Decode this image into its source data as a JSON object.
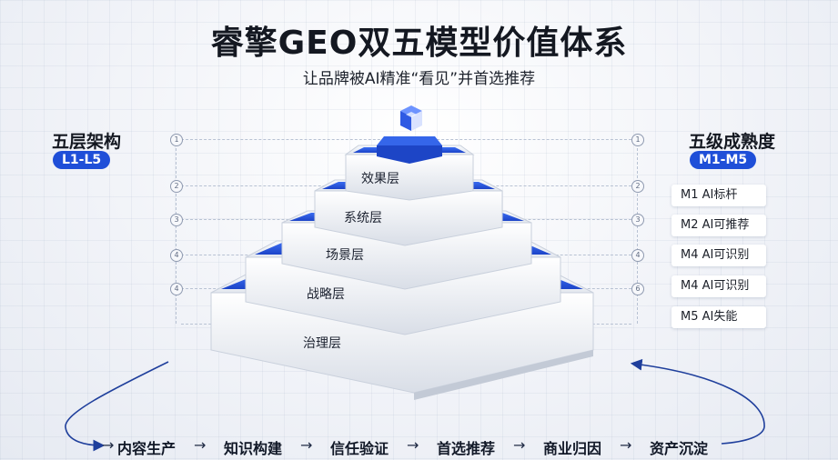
{
  "title": "睿擎GEO双五模型价值体系",
  "subtitle": "让品牌被AI精准“看见”并首选推荐",
  "left": {
    "title": "五层架构",
    "badge": "L1-L5"
  },
  "right": {
    "title": "五级成熟度",
    "badge": "M1-M5"
  },
  "pyramid": {
    "tiers": [
      "效果层",
      "系统层",
      "场景层",
      "战略层",
      "治理层"
    ]
  },
  "left_markers": [
    "1",
    "2",
    "3",
    "4",
    "4"
  ],
  "right_markers": [
    "1",
    "2",
    "3",
    "4",
    "6"
  ],
  "maturity": [
    "M1  AI标杆",
    "M2  AI可推荐",
    "M4  AI可识别",
    "M4  AI可识别",
    "M5  AI失能"
  ],
  "flow": [
    "内容生产",
    "知识构建",
    "信任验证",
    "首选推荐",
    "商业归因",
    "资产沉淀"
  ],
  "flow_arrow": "→",
  "colors": {
    "accent": "#1f4fd8",
    "title": "#141821"
  }
}
